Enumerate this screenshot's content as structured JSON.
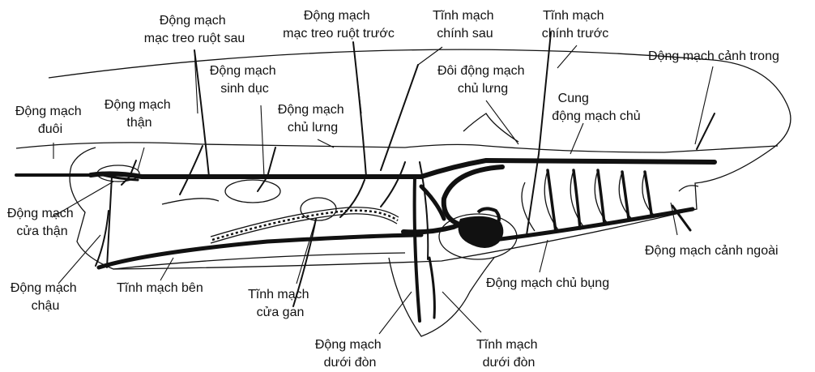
{
  "labels": {
    "caudal": [
      "Động mạch",
      "đuôi"
    ],
    "renal_portal": [
      "Động mạch",
      "cửa thận"
    ],
    "iliac": [
      "Động mạch",
      "chậu"
    ],
    "renal": [
      "Động mạch",
      "thận"
    ],
    "post_mesenteric": [
      "Động mạch",
      "mạc treo ruột sau"
    ],
    "gonadal": [
      "Động mạch",
      "sinh dục"
    ],
    "dorsal_aorta": [
      "Động mạch",
      "chủ lưng"
    ],
    "ant_mesenteric": [
      "Động mạch",
      "mạc treo ruột trước"
    ],
    "post_cardinal": [
      "Tĩnh mạch",
      "chính sau"
    ],
    "ant_cardinal": [
      "Tĩnh mạch",
      "chính trước"
    ],
    "paired_dorsal_aorta": [
      "Đôi động mạch",
      "chủ lưng"
    ],
    "aortic_arch": [
      "Cung",
      "động mạch chủ"
    ],
    "internal_carotid": [
      "Động mạch cảnh trong"
    ],
    "external_carotid": [
      "Động mạch cảnh ngoài"
    ],
    "ventral_aorta": [
      "Động mạch chủ bụng"
    ],
    "lateral_vein": [
      "Tĩnh mạch bên"
    ],
    "hepatic_portal": [
      "Tĩnh mạch",
      "cửa gan"
    ],
    "subclavian_artery": [
      "Động mạch",
      "dưới đòn"
    ],
    "subclavian_vein": [
      "Tĩnh mạch",
      "dưới đòn"
    ]
  }
}
